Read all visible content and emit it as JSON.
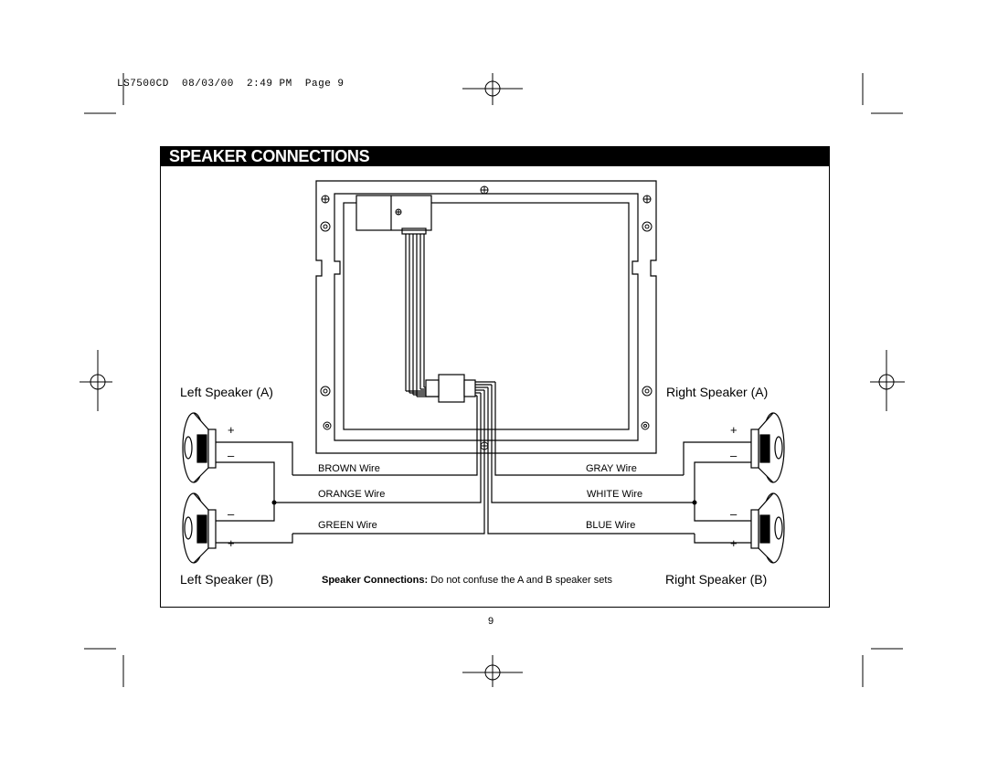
{
  "print_header": "LS7500CD  08/03/00  2:49 PM  Page 9",
  "title": "SPEAKER CONNECTIONS",
  "speakers": {
    "left_a": "Left Speaker (A)",
    "left_b": "Left Speaker (B)",
    "right_a": "Right Speaker (A)",
    "right_b": "Right Speaker (B)"
  },
  "wires": {
    "brown": "BROWN Wire",
    "orange": "ORANGE Wire",
    "green": "GREEN Wire",
    "gray": "GRAY Wire",
    "white": "WHITE Wire",
    "blue": "BLUE Wire"
  },
  "polarity": {
    "plus": "+",
    "minus": "–"
  },
  "note": {
    "bold": "Speaker Connections:",
    "text": " Do not confuse the A and B speaker sets"
  },
  "page_number": "9"
}
